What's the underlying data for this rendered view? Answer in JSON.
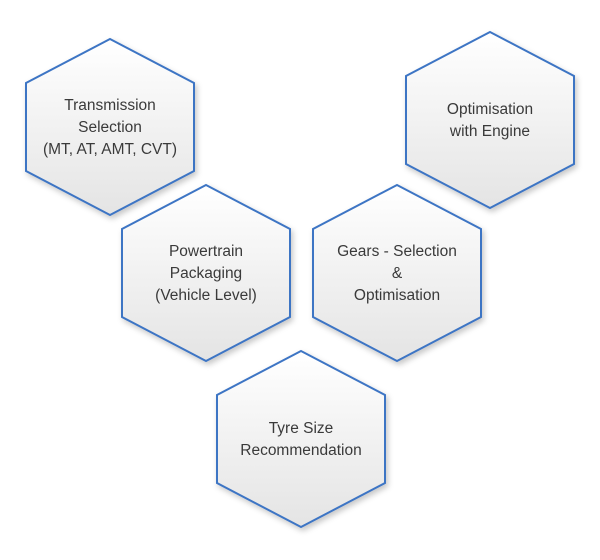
{
  "diagram": {
    "stroke_color": "#3d74c4",
    "fill_top": "#ffffff",
    "fill_bottom": "#e4e4e4",
    "text_color": "#3a3a3a",
    "hexagons": [
      {
        "id": "transmission-selection",
        "lines": [
          "Transmission",
          "Selection",
          "(MT, AT, AMT, CVT)"
        ]
      },
      {
        "id": "optimisation-with-engine",
        "lines": [
          "Optimisation",
          "with Engine"
        ]
      },
      {
        "id": "powertrain-packaging",
        "lines": [
          "Powertrain",
          "Packaging",
          "(Vehicle Level)"
        ]
      },
      {
        "id": "gears-selection-optimisation",
        "lines": [
          "Gears - Selection",
          "&",
          "Optimisation"
        ]
      },
      {
        "id": "tyre-size-recommendation",
        "lines": [
          "Tyre Size",
          "Recommendation"
        ]
      }
    ]
  }
}
